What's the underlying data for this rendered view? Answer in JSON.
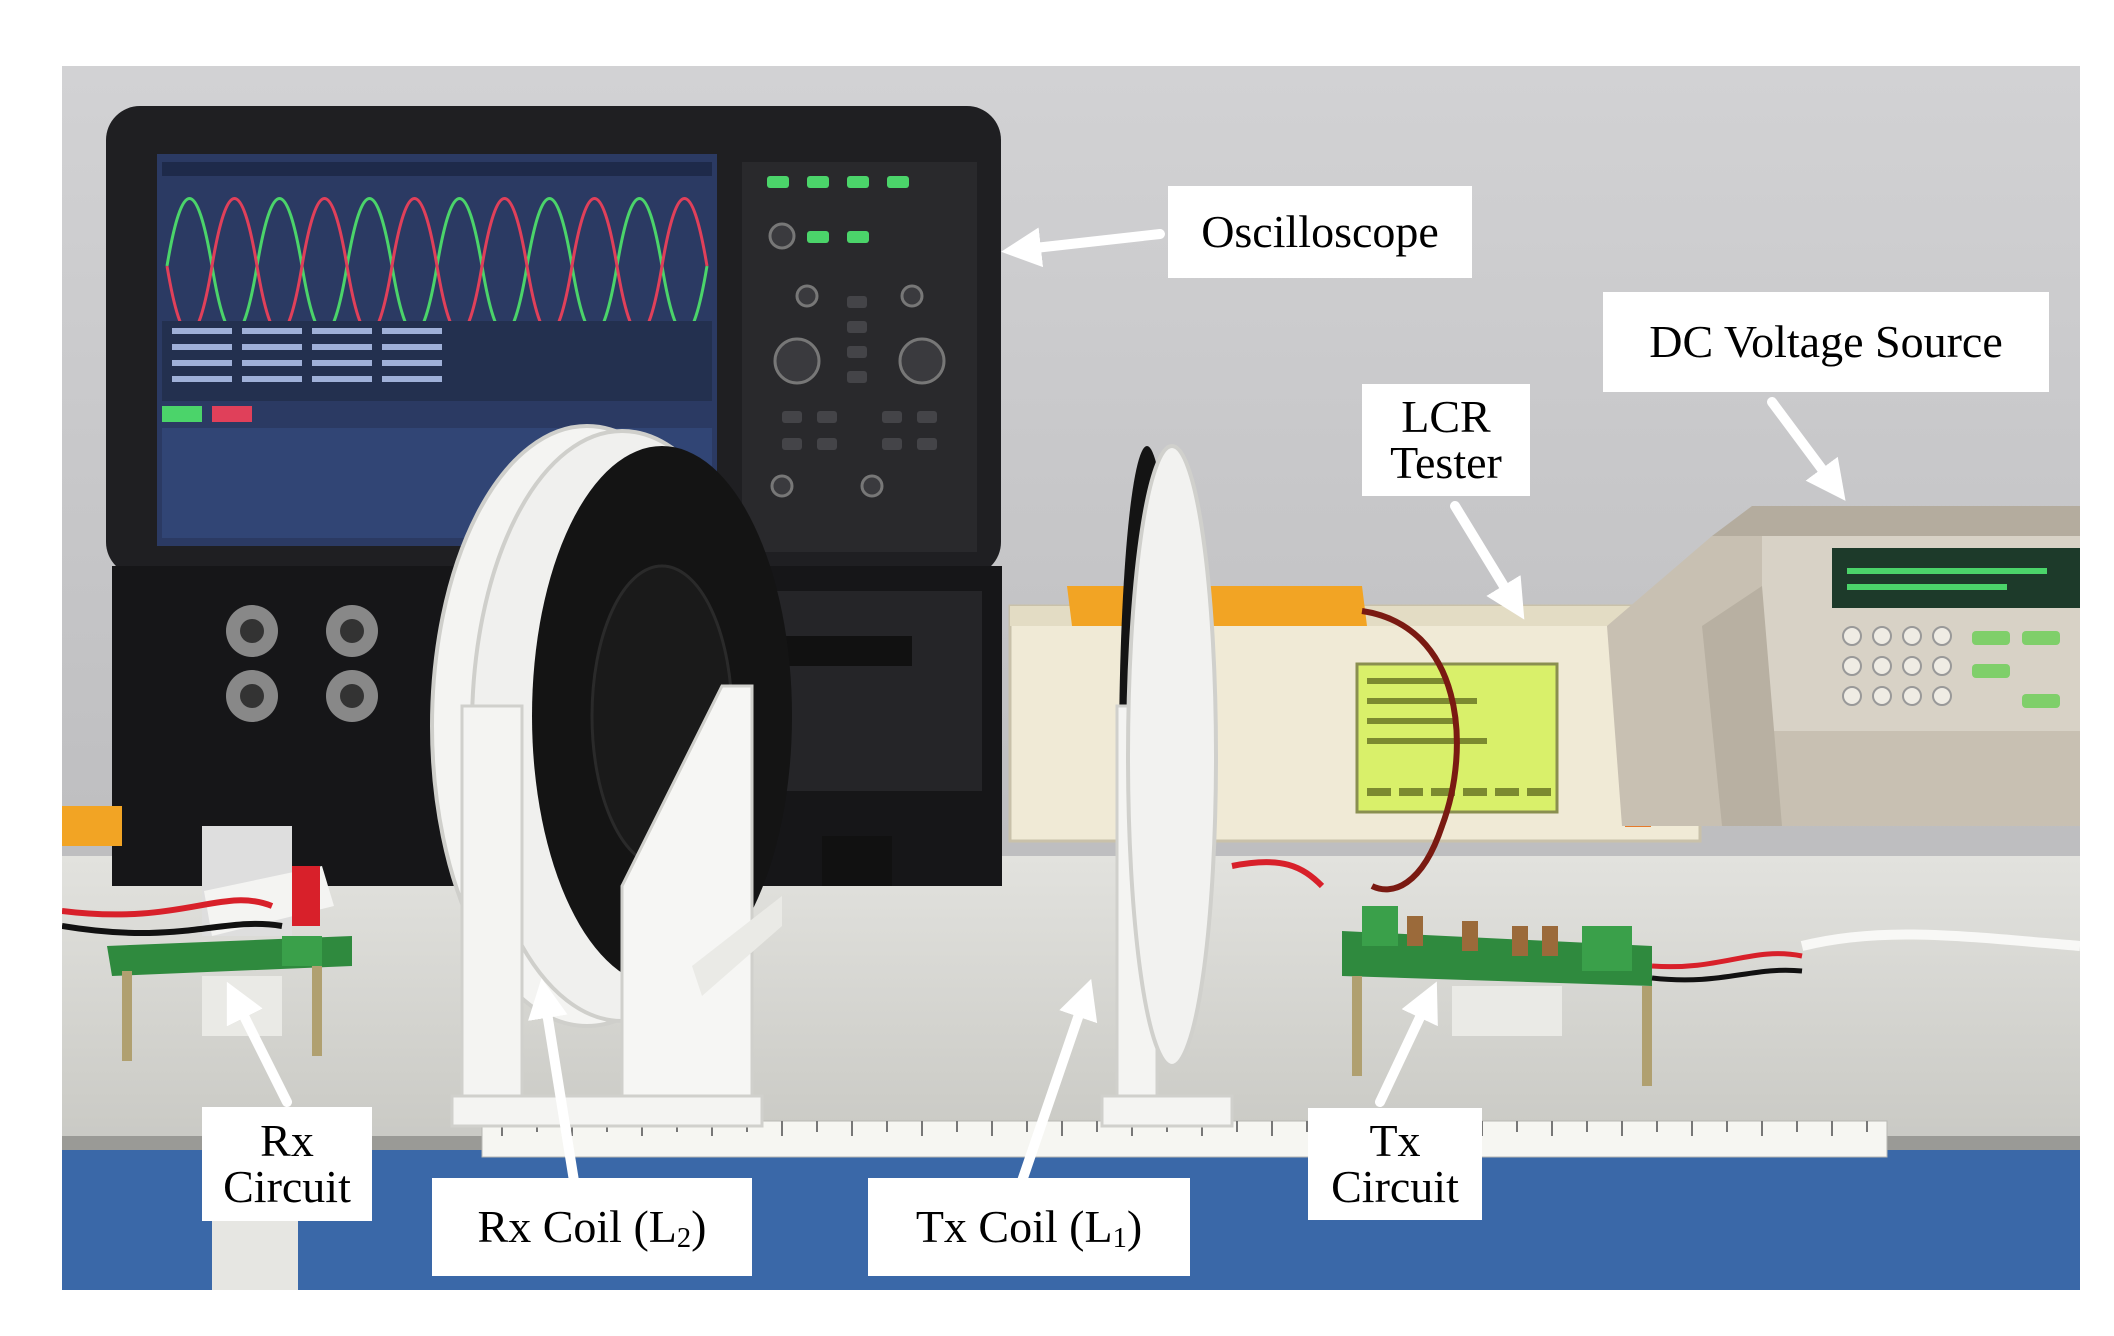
{
  "figure": {
    "labels": {
      "oscilloscope": "Oscilloscope",
      "dc_source": "DC Voltage Source",
      "lcr_line1": "LCR",
      "lcr_line2": "Tester",
      "rx_circuit_line1": "Rx",
      "rx_circuit_line2": "Circuit",
      "rx_coil_main": "Rx Coil (L",
      "rx_coil_sub": "2",
      "rx_coil_end": ")",
      "tx_coil_main": "Tx Coil (L",
      "tx_coil_sub": "1",
      "tx_coil_end": ")",
      "tx_circuit_line1": "Tx",
      "tx_circuit_line2": "Circuit"
    },
    "colors": {
      "wall": "#c9c9cb",
      "bench": "#d8d8d4",
      "bench_front": "#3a68a8",
      "scope_body": "#1f1f22",
      "scope_screen": "#2b3a63",
      "trace_green": "#4bd46a",
      "trace_red": "#e0405a",
      "lcr_body": "#f0ead6",
      "lcr_screen": "#d9f06a",
      "coil_frame": "#f4f4f2",
      "coil_disc": "#141414",
      "pcb_green": "#2f8a3e",
      "clamp_orange": "#f2a424",
      "dc_source_body": "#c8c0b2",
      "dc_display": "#1d3a2a",
      "arrow": "#ffffff"
    },
    "icons": {
      "arrow": "white-arrow-icon"
    }
  }
}
